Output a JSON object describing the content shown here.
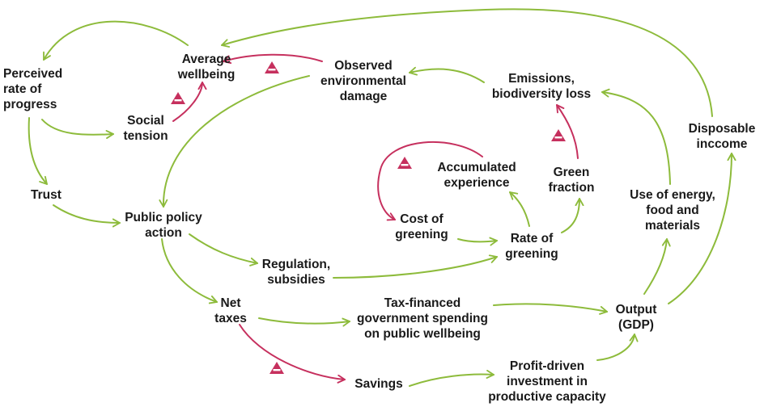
{
  "colors": {
    "positive": "#8dbb3b",
    "negative": "#c6305e",
    "text": "#1a1a1a"
  },
  "nodes": {
    "average_wellbeing": [
      "Average",
      "wellbeing"
    ],
    "perceived_progress": [
      "Perceived",
      "rate of",
      "progress"
    ],
    "observed_damage": [
      "Observed",
      "environmental",
      "damage"
    ],
    "emissions": [
      "Emissions,",
      "biodiversity loss"
    ],
    "social_tension": [
      "Social",
      "tension"
    ],
    "disposable_income": [
      "Disposable",
      "inccome"
    ],
    "accumulated_experience": [
      "Accumulated",
      "experience"
    ],
    "green_fraction": [
      "Green",
      "fraction"
    ],
    "trust": [
      "Trust"
    ],
    "use_energy": [
      "Use of energy,",
      "food and",
      "materials"
    ],
    "public_policy": [
      "Public policy",
      "action"
    ],
    "cost_greening": [
      "Cost of",
      "greening"
    ],
    "rate_greening": [
      "Rate of",
      "greening"
    ],
    "regulation": [
      "Regulation,",
      "subsidies"
    ],
    "net_taxes": [
      "Net",
      "taxes"
    ],
    "tax_spending": [
      "Tax-financed",
      "government spending",
      "on public wellbeing"
    ],
    "output": [
      "Output",
      "(GDP)"
    ],
    "savings": [
      "Savings"
    ],
    "investment": [
      "Profit-driven",
      "investment in",
      "productive capacity"
    ]
  },
  "links": [
    {
      "from": "Average wellbeing",
      "to": "Perceived rate of progress",
      "polarity": "positive"
    },
    {
      "from": "Perceived rate of progress",
      "to": "Social tension",
      "polarity": "positive"
    },
    {
      "from": "Perceived rate of progress",
      "to": "Trust",
      "polarity": "positive"
    },
    {
      "from": "Social tension",
      "to": "Average wellbeing",
      "polarity": "negative"
    },
    {
      "from": "Observed environmental damage",
      "to": "Average wellbeing",
      "polarity": "negative"
    },
    {
      "from": "Observed environmental damage",
      "to": "Public policy action",
      "polarity": "positive"
    },
    {
      "from": "Emissions, biodiversity loss",
      "to": "Observed environmental damage",
      "polarity": "positive"
    },
    {
      "from": "Disposable inccome",
      "to": "Average wellbeing",
      "polarity": "positive"
    },
    {
      "from": "Trust",
      "to": "Public policy action",
      "polarity": "positive"
    },
    {
      "from": "Public policy action",
      "to": "Regulation, subsidies",
      "polarity": "positive"
    },
    {
      "from": "Public policy action",
      "to": "Net taxes",
      "polarity": "positive"
    },
    {
      "from": "Regulation, subsidies",
      "to": "Rate of greening",
      "polarity": "positive"
    },
    {
      "from": "Accumulated experience",
      "to": "Cost of greening",
      "polarity": "negative"
    },
    {
      "from": "Cost of greening",
      "to": "Rate of greening",
      "polarity": "positive"
    },
    {
      "from": "Rate of greening",
      "to": "Accumulated experience",
      "polarity": "positive"
    },
    {
      "from": "Rate of greening",
      "to": "Green fraction",
      "polarity": "positive"
    },
    {
      "from": "Green fraction",
      "to": "Emissions, biodiversity loss",
      "polarity": "negative"
    },
    {
      "from": "Use of energy, food and materials",
      "to": "Emissions, biodiversity loss",
      "polarity": "positive"
    },
    {
      "from": "Net taxes",
      "to": "Tax-financed government spending on public wellbeing",
      "polarity": "positive"
    },
    {
      "from": "Net taxes",
      "to": "Savings",
      "polarity": "negative"
    },
    {
      "from": "Tax-financed government spending on public wellbeing",
      "to": "Output (GDP)",
      "polarity": "positive"
    },
    {
      "from": "Savings",
      "to": "Profit-driven investment in productive capacity",
      "polarity": "positive"
    },
    {
      "from": "Profit-driven investment in productive capacity",
      "to": "Output (GDP)",
      "polarity": "positive"
    },
    {
      "from": "Output (GDP)",
      "to": "Use of energy, food and materials",
      "polarity": "positive"
    },
    {
      "from": "Output (GDP)",
      "to": "Disposable inccome",
      "polarity": "positive"
    }
  ]
}
